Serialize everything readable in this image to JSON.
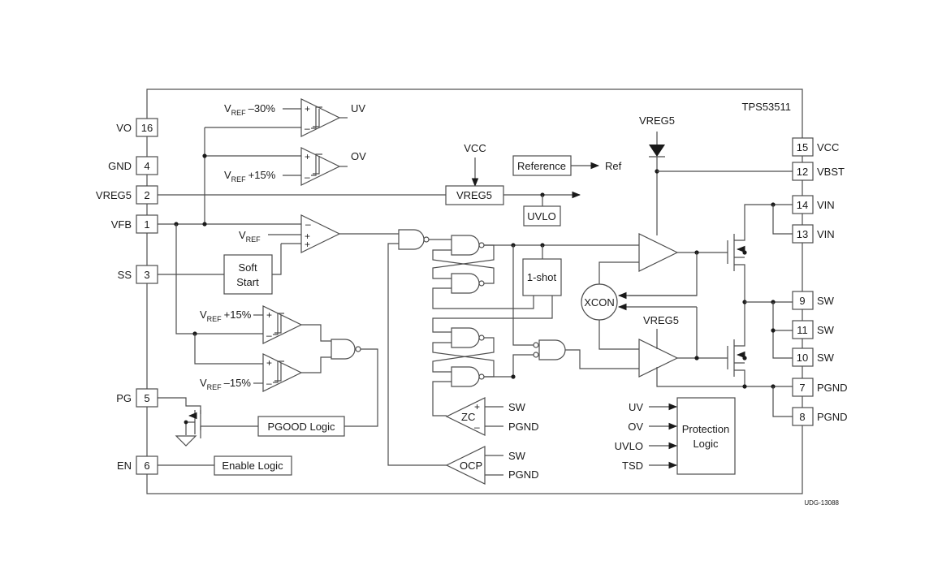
{
  "chip": {
    "part_number": "TPS53511"
  },
  "figure_id": "UDG-13088",
  "left_pins": [
    {
      "name": "VO",
      "number": "16"
    },
    {
      "name": "GND",
      "number": "4"
    },
    {
      "name": "VREG5",
      "number": "2"
    },
    {
      "name": "VFB",
      "number": "1"
    },
    {
      "name": "SS",
      "number": "3"
    },
    {
      "name": "PG",
      "number": "5"
    },
    {
      "name": "EN",
      "number": "6"
    }
  ],
  "right_pins": [
    {
      "name": "VCC",
      "number": "15"
    },
    {
      "name": "VBST",
      "number": "12"
    },
    {
      "name": "VIN",
      "number": "14"
    },
    {
      "name": "VIN",
      "number": "13"
    },
    {
      "name": "SW",
      "number": "9"
    },
    {
      "name": "SW",
      "number": "11"
    },
    {
      "name": "SW",
      "number": "10"
    },
    {
      "name": "PGND",
      "number": "7"
    },
    {
      "name": "PGND",
      "number": "8"
    }
  ],
  "blocks": {
    "reference": "Reference",
    "vreg5": "VREG5",
    "uvlo": "UVLO",
    "soft_start_line1": "Soft",
    "soft_start_line2": "Start",
    "one_shot": "1-shot",
    "xcon": "XCON",
    "pgood_logic": "PGOOD Logic",
    "enable_logic": "Enable Logic",
    "protection_line1": "Protection",
    "protection_line2": "Logic"
  },
  "comparators": {
    "zc": "ZC",
    "ocp": "OCP"
  },
  "signals": {
    "vref_sym": "V",
    "vref_sub": "REF",
    "uv_offset": "–30%",
    "ov_offset": "+15%",
    "pg_hi_offset": "+15%",
    "pg_lo_offset": "–15%",
    "uv": "UV",
    "ov": "OV",
    "vcc": "VCC",
    "ref": "Ref",
    "vreg5_supply_top": "VREG5",
    "vreg5_supply_low": "VREG5",
    "sw": "SW",
    "pgnd": "PGND"
  },
  "protection_inputs": [
    "UV",
    "OV",
    "UVLO",
    "TSD"
  ],
  "symbols": {
    "plus": "+",
    "minus": "–"
  }
}
